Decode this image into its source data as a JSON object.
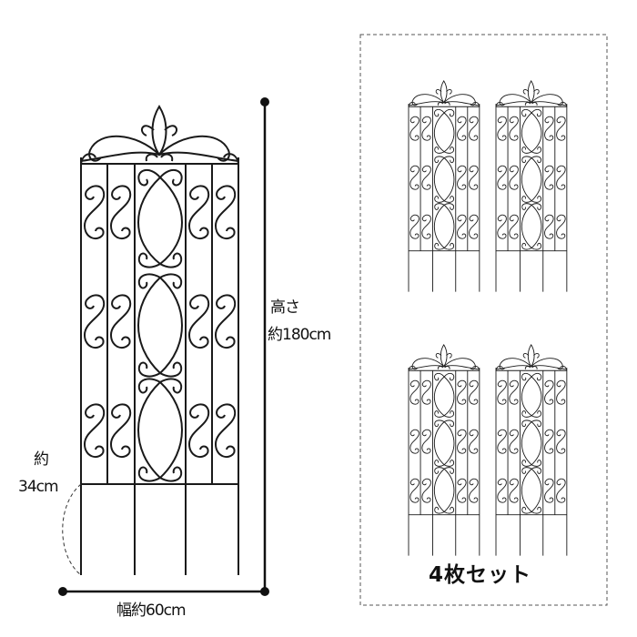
{
  "dimensions": {
    "height_label": "高さ",
    "height_value": "約180cm",
    "leg_label": "約",
    "leg_value": "34cm",
    "width_label": "幅約60cm"
  },
  "set_label": "4枚セット",
  "colors": {
    "line": "#1a1a1a",
    "box_border": "#555555",
    "background": "#ffffff"
  }
}
